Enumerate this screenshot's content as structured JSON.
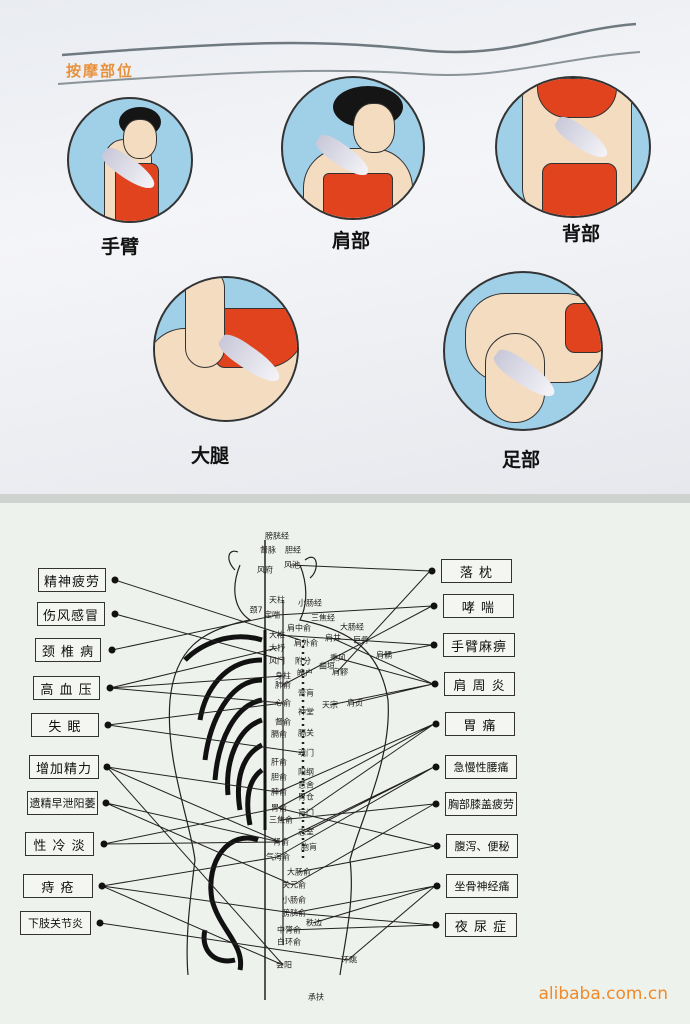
{
  "section_title": "按摩部位",
  "massage_areas": [
    {
      "label": "手臂"
    },
    {
      "label": "肩部"
    },
    {
      "label": "背部"
    },
    {
      "label": "大腿"
    },
    {
      "label": "足部"
    }
  ],
  "ailments_left": [
    "精神疲劳",
    "伤风感冒",
    "颈 椎 病",
    "高 血 压",
    "失  眠",
    "增加精力",
    "遗精早泄阳萎",
    "性 冷 淡",
    "痔  疮",
    "下肢关节炎"
  ],
  "ailments_right": [
    "落  枕",
    "哮  喘",
    "手臂麻痹",
    "肩 周 炎",
    "胃  痛",
    "急慢性腰痛",
    "胸部膝盖疲劳",
    "腹泻、便秘",
    "坐骨神经痛",
    "夜 尿 症"
  ],
  "acupoints": [
    "膀胱经",
    "督脉",
    "胆经",
    "风府",
    "风池",
    "天柱",
    "颈7",
    "定喘",
    "小肠经",
    "三焦经",
    "大肠经",
    "肩中俞",
    "大椎",
    "肩井",
    "巨骨",
    "肩外俞",
    "大杼",
    "秉风",
    "肩髃",
    "风门",
    "附分",
    "曲垣",
    "魄户",
    "肩髎",
    "身柱",
    "肺俞",
    "膏肓",
    "天宗",
    "肩贞",
    "心俞",
    "神堂",
    "督俞",
    "膈俞",
    "膈关",
    "魂门",
    "肝俞",
    "阳纲",
    "胆俞",
    "意舍",
    "脾俞",
    "胃仓",
    "胃俞",
    "肓门",
    "三焦俞",
    "志室",
    "肾俞",
    "胞肓",
    "气海俞",
    "大肠俞",
    "关元俞",
    "小肠俞",
    "膀胱俞",
    "秩边",
    "中膂俞",
    "白环俞",
    "环跳",
    "会阳",
    "承扶"
  ],
  "watermark": "alibaba.com.cn",
  "colors": {
    "title": "#e8913c",
    "circle_bg": "#9fd0e8",
    "garment": "#e2431f",
    "watermark": "#f08a2a"
  }
}
